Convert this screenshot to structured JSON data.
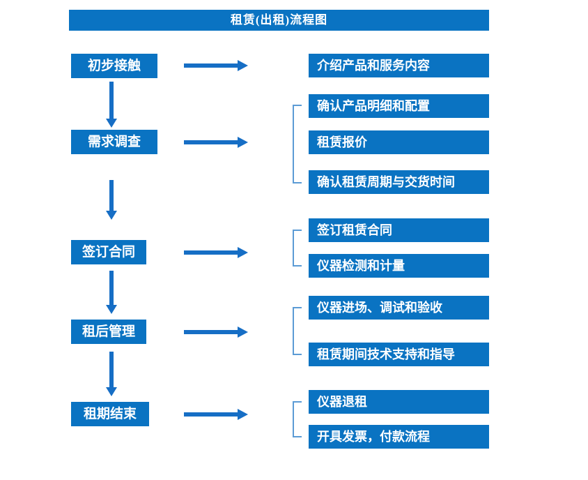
{
  "title": "租赁(出租)流程图",
  "colors": {
    "box_blue": "#0A73C2",
    "arrow_blue": "#166EC5",
    "bracket_blue": "#5B9BD5",
    "text_color": "#FFFFFF"
  },
  "flow": {
    "steps": [
      {
        "label": "初步接触",
        "details": [
          "介绍产品和服务内容"
        ]
      },
      {
        "label": "需求调查",
        "details": [
          "确认产品明细和配置",
          "租赁报价",
          "确认租赁周期与交货时间"
        ]
      },
      {
        "label": "签订合同",
        "details": [
          "签订租赁合同",
          "仪器检测和计量"
        ]
      },
      {
        "label": "租后管理",
        "details": [
          "仪器进场、调试和验收",
          "租赁期间技术支持和指导"
        ]
      },
      {
        "label": "租期结束",
        "details": [
          "仪器退租",
          "开具发票，付款流程"
        ]
      }
    ]
  }
}
